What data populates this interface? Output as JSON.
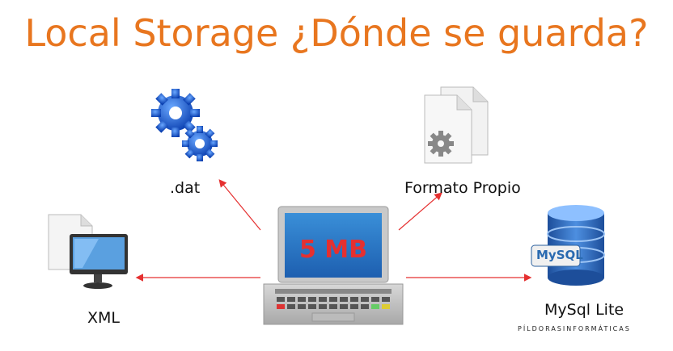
{
  "title": "Local Storage ¿Dónde se guarda?",
  "center": {
    "capacity": "5 MB"
  },
  "nodes": {
    "dat": ".dat",
    "custom": "Formato Propio",
    "xml": "XML",
    "mysql": "MySql Lite",
    "mysql_logo": "MySQL"
  },
  "watermark": "PÍLDORASINFORMÁTICAS",
  "colors": {
    "title": "#e8761f",
    "arrow": "#e53030",
    "screen_text": "#e53030"
  },
  "icons": [
    "gears-icon",
    "document-gear-icon",
    "document-monitor-icon",
    "mysql-database-icon",
    "laptop-icon"
  ]
}
